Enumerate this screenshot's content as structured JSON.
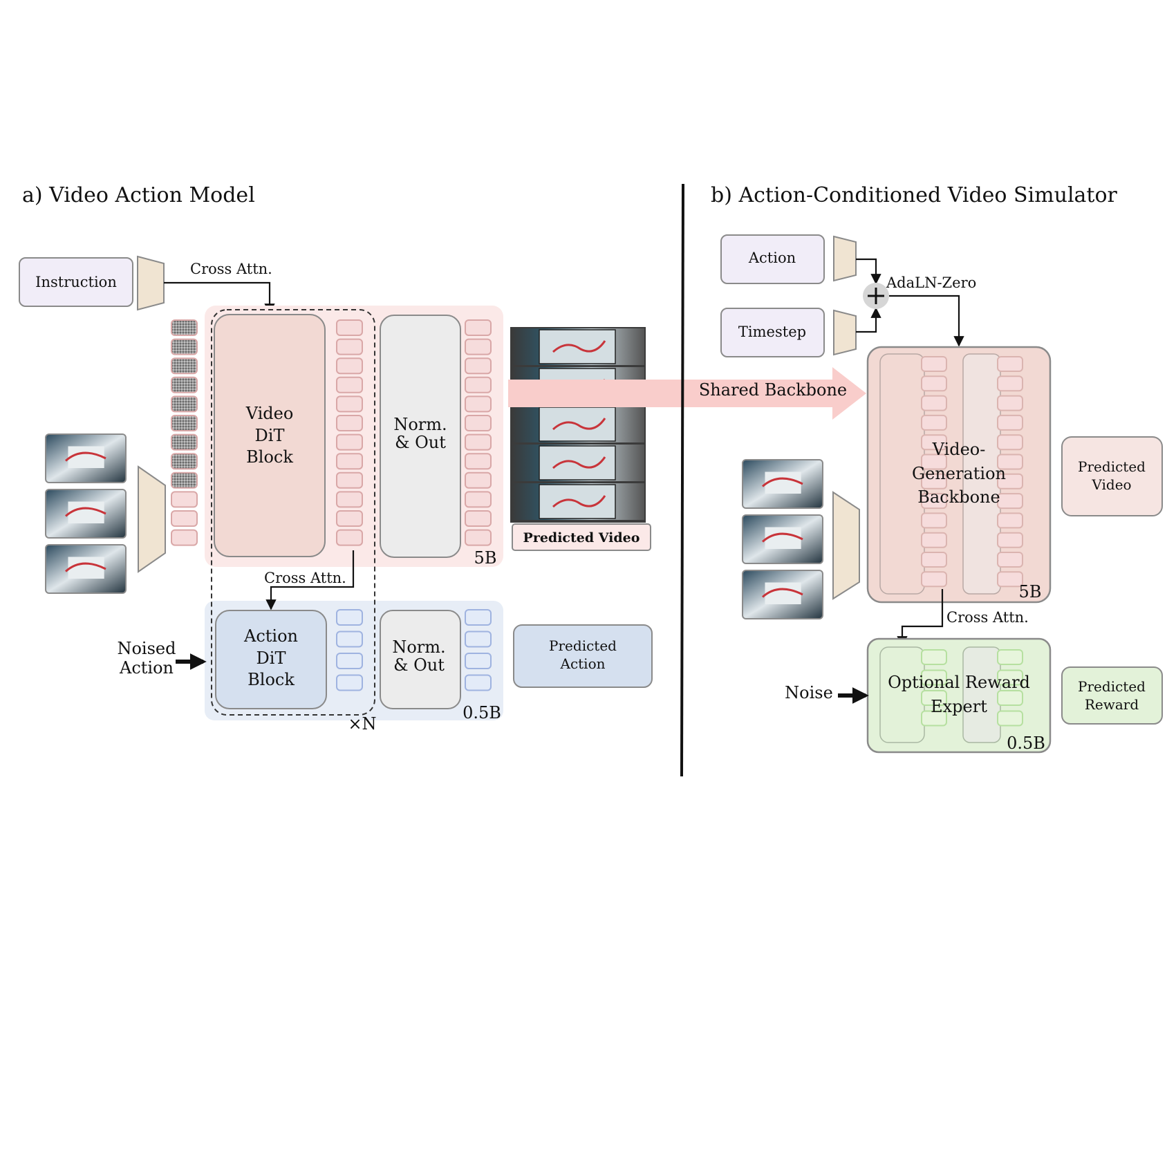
{
  "panel_a": {
    "title": "a) Video Action Model",
    "instruction": "Instruction",
    "cross_attn_top": "Cross Attn.",
    "video_dit_block": [
      "Video",
      "DiT",
      "Block"
    ],
    "norm_out_top": [
      "Norm.",
      "& Out"
    ],
    "size_top": "5B",
    "predicted_video": "Predicted Video",
    "cross_attn_mid": "Cross Attn.",
    "action_dit_block": [
      "Action",
      "DiT",
      "Block"
    ],
    "norm_out_bottom": [
      "Norm.",
      "& Out"
    ],
    "size_bottom": "0.5B",
    "repeat": "×N",
    "noised_action": [
      "Noised",
      "Action"
    ],
    "predicted_action": [
      "Predicted",
      "Action"
    ]
  },
  "shared_backbone": "Shared Backbone",
  "panel_b": {
    "title": "b) Action-Conditioned Video Simulator",
    "action": "Action",
    "timestep": "Timestep",
    "adaln_zero": "AdaLN-Zero",
    "backbone": [
      "Video-",
      "Generation",
      "Backbone"
    ],
    "size_backbone": "5B",
    "predicted_video": [
      "Predicted",
      "Video"
    ],
    "cross_attn": "Cross Attn.",
    "noise": "Noise",
    "reward_expert": [
      "Optional Reward",
      "Expert"
    ],
    "size_reward": "0.5B",
    "predicted_reward": [
      "Predicted",
      "Reward"
    ]
  },
  "colors": {
    "lavender": "#f1edf8",
    "pink_region": "#fbe9e8",
    "pink_block": "#f2d9d3",
    "blue_region": "#e7edf6",
    "blue_block": "#d5e0ef",
    "gray_block": "#ececec",
    "tan_encoder": "#f0e4d2",
    "green_block": "#e3f2d9",
    "arrow_pink": "#f9cdcb"
  }
}
